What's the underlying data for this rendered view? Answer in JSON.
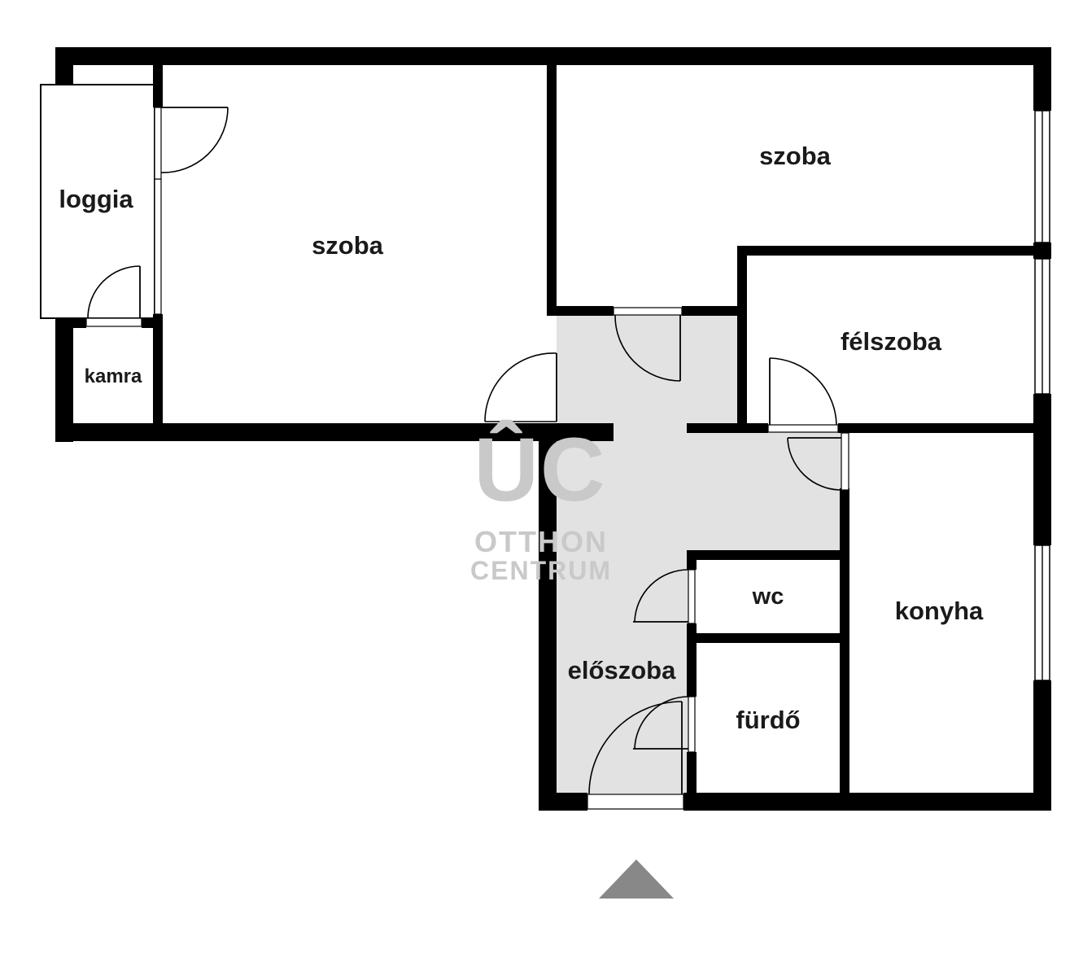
{
  "rooms": {
    "loggia": "loggia",
    "kamra": "kamra",
    "szoba_left": "szoba",
    "szoba_top_right": "szoba",
    "felszoba": "félszoba",
    "eloszoba": "előszoba",
    "wc": "wc",
    "furdo": "fürdő",
    "konyha": "konyha"
  },
  "watermark": {
    "logo_letters": "ÛC",
    "line1": "OTTHON",
    "line2": "CENTRUM"
  },
  "colors": {
    "wall": "#000000",
    "hallway_fill": "#e2e2e2",
    "watermark": "#c9c9c9",
    "entrance_marker": "#888888"
  },
  "icons": {
    "entrance": "entrance-triangle-icon",
    "watermark_logo": "otthon-centrum-logo"
  }
}
